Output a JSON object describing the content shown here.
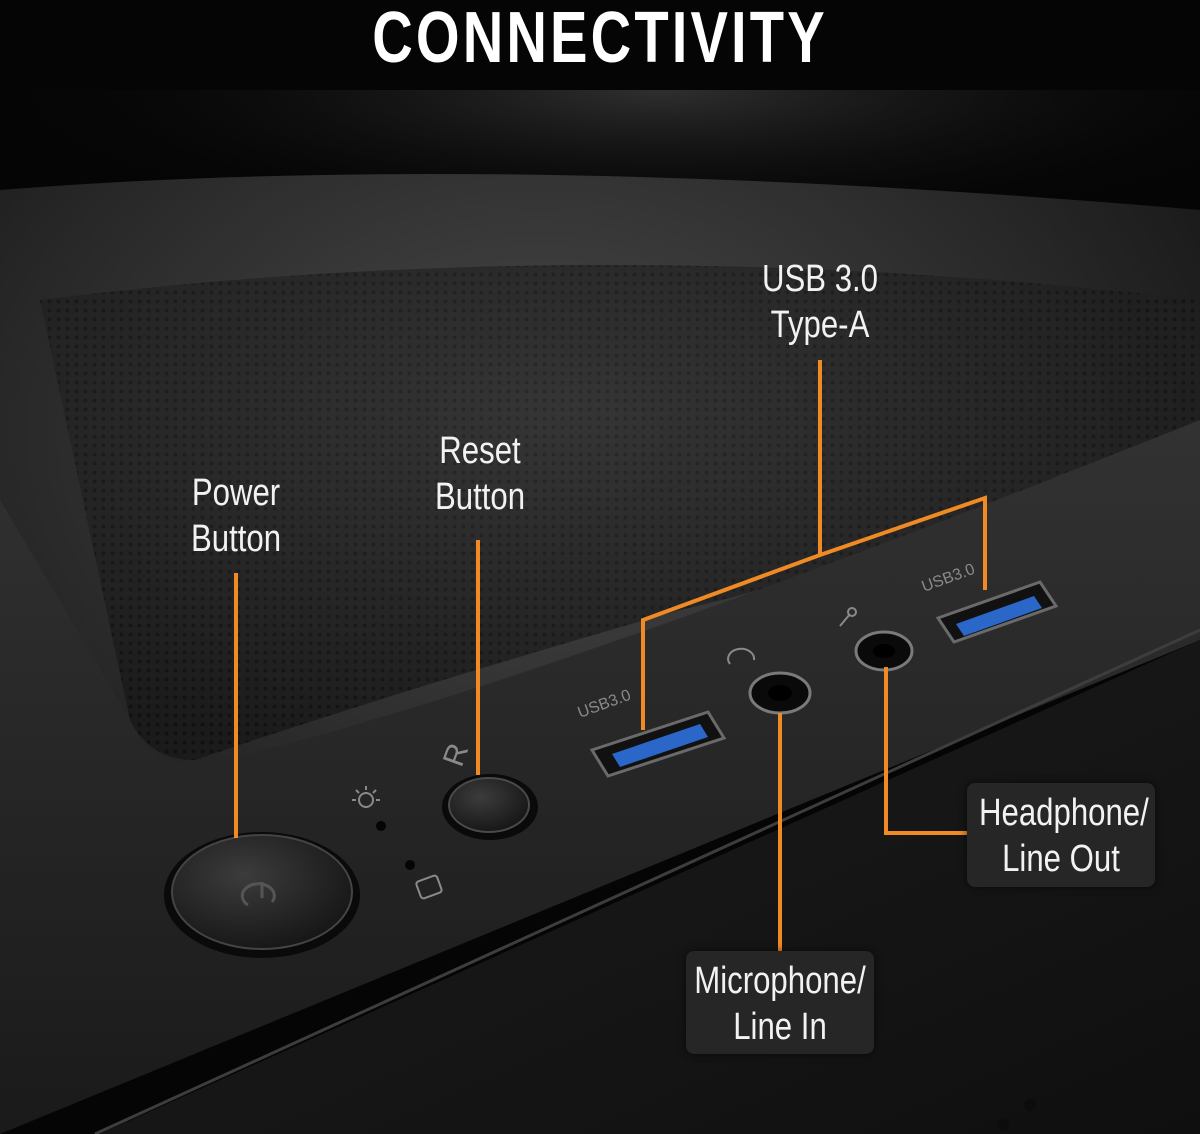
{
  "title": "CONNECTIVITY",
  "labels": {
    "usb": {
      "line1": "USB 3.0",
      "line2": "Type-A"
    },
    "reset": {
      "line1": "Reset",
      "line2": "Button"
    },
    "power": {
      "line1": "Power",
      "line2": "Button"
    },
    "headphone": {
      "line1": "Headphone/",
      "line2": "Line Out"
    },
    "microphone": {
      "line1": "Microphone/",
      "line2": "Line In"
    }
  },
  "port_markings": {
    "usb_left": "USB3.0",
    "usb_right": "USB3.0",
    "reset_glyph": "R"
  },
  "icons": {
    "power": "power-icon",
    "led_power": "sun-led-icon",
    "led_hdd": "drive-led-icon",
    "headphone": "headphone-icon",
    "microphone": "microphone-icon"
  },
  "colors": {
    "callout": "#f08a24",
    "background": "#050505",
    "case": "#2a2a2a",
    "usb_blue": "#2a67c9"
  }
}
